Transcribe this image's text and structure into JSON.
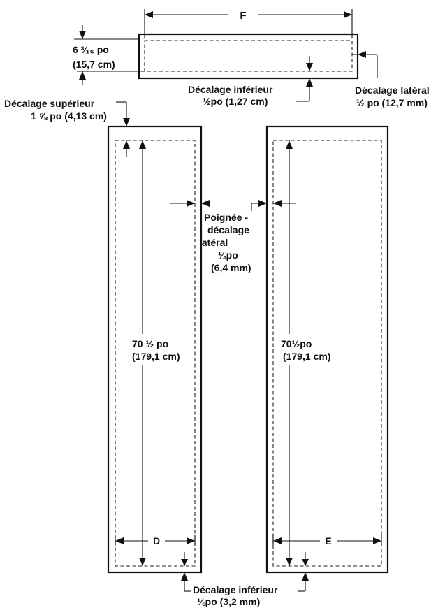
{
  "drawer_panel": {
    "width_label": "F",
    "height_label": "6 ³⁄₁₆ po",
    "height_metric": "(15,7 cm)",
    "bottom_offset_title": "Décalage inférieur",
    "bottom_offset_value": "½po (1,27 cm)",
    "side_offset_title": "Décalage latéral",
    "side_offset_value": "½ po (12,7 mm)"
  },
  "top_offset": {
    "title": "Décalage supérieur",
    "value": "1 ⅝ po (4,13 cm)"
  },
  "handle_offset": {
    "line1": "Poignée -",
    "line2": "décalage",
    "line3": "latéral",
    "line4": "¼po",
    "line5": "(6,4 mm)"
  },
  "left_door": {
    "height_label": "70 ½ po",
    "height_metric": "(179,1 cm)",
    "width_label": "D"
  },
  "right_door": {
    "height_label": "70½po",
    "height_metric": "(179,1 cm)",
    "width_label": "E"
  },
  "door_bottom_offset": {
    "title": "Décalage inférieur",
    "value": "⅛po (3,2 mm)"
  }
}
